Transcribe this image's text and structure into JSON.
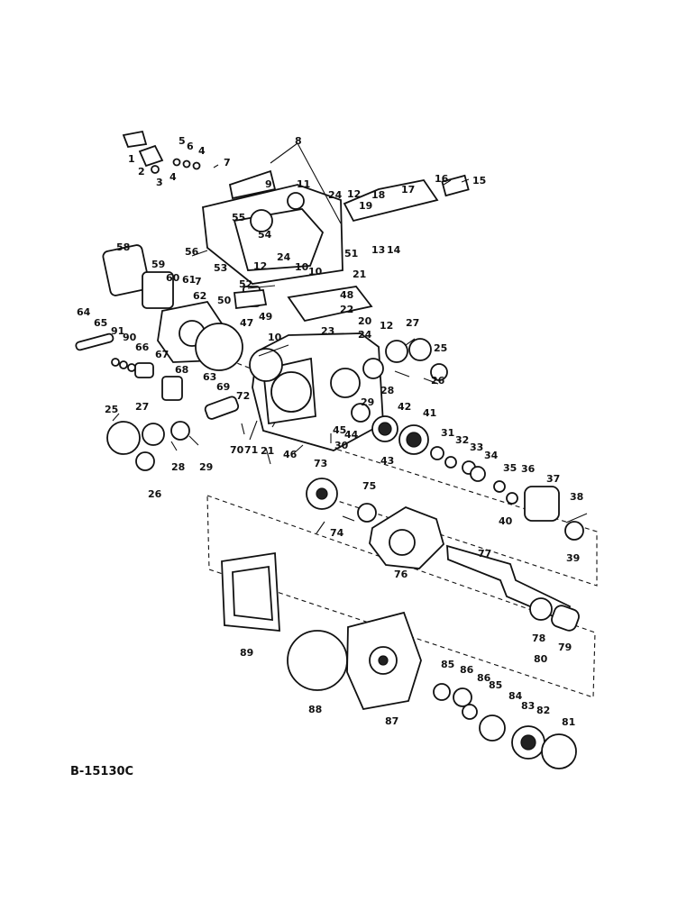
{
  "drawing_id": "B-15130C",
  "callouts": [
    "1",
    "2",
    "3",
    "4",
    "5",
    "6",
    "4",
    "7",
    "8",
    "9",
    "11",
    "24",
    "12",
    "19",
    "18",
    "17",
    "16",
    "15",
    "13",
    "14",
    "55",
    "56",
    "54",
    "12",
    "24",
    "51",
    "10",
    "10",
    "21",
    "53",
    "52",
    "7",
    "60",
    "61",
    "58",
    "59",
    "62",
    "50",
    "49",
    "48",
    "22",
    "20",
    "64",
    "65",
    "91",
    "90",
    "66",
    "67",
    "47",
    "10",
    "23",
    "24",
    "12",
    "27",
    "25",
    "63",
    "68",
    "29",
    "28",
    "26",
    "69",
    "72",
    "25",
    "27",
    "70",
    "71",
    "21",
    "28",
    "29",
    "26",
    "46",
    "45",
    "44",
    "42",
    "41",
    "30",
    "43",
    "31",
    "32",
    "33",
    "34",
    "35",
    "36",
    "37",
    "40",
    "38",
    "39",
    "73",
    "75",
    "74",
    "76",
    "77",
    "78",
    "79",
    "80",
    "89",
    "88",
    "87",
    "85",
    "86",
    "86",
    "85",
    "84",
    "83",
    "82",
    "81"
  ]
}
